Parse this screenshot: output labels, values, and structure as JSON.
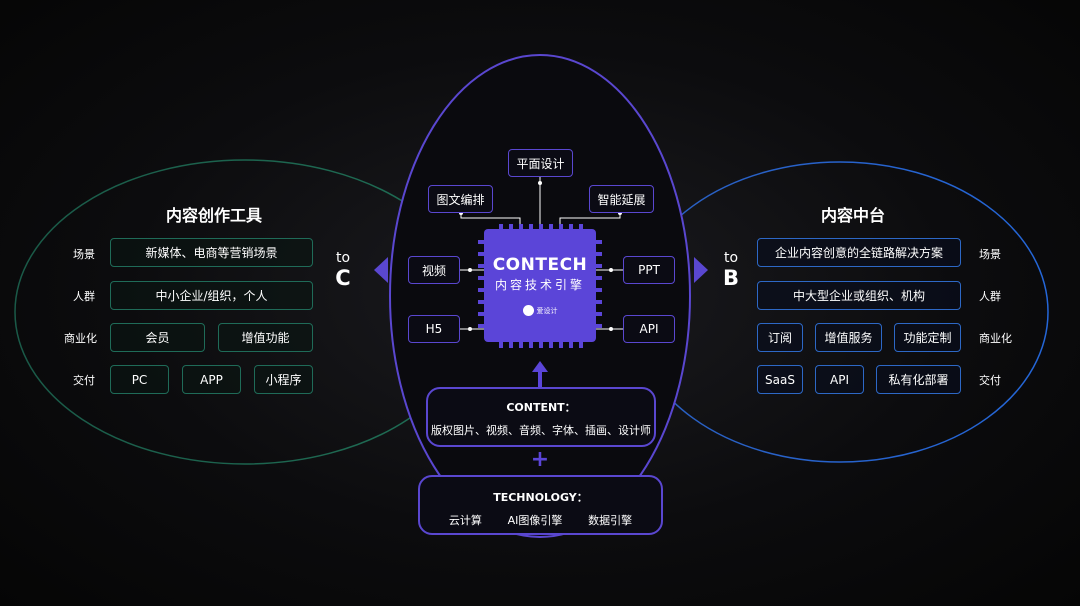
{
  "left": {
    "title": "内容创作工具",
    "rows": {
      "scene": {
        "label": "场景",
        "items": [
          "新媒体、电商等营销场景"
        ]
      },
      "people": {
        "label": "人群",
        "items": [
          "中小企业/组织，个人"
        ]
      },
      "commerce": {
        "label": "商业化",
        "items": [
          "会员",
          "增值功能"
        ]
      },
      "delivery": {
        "label": "交付",
        "items": [
          "PC",
          "APP",
          "小程序"
        ]
      }
    },
    "to_small": "to",
    "to_big": "C"
  },
  "right": {
    "title": "内容中台",
    "rows": {
      "scene": {
        "label": "场景",
        "items": [
          "企业内容创意的全链路解决方案"
        ]
      },
      "people": {
        "label": "人群",
        "items": [
          "中大型企业或组织、机构"
        ]
      },
      "commerce": {
        "label": "商业化",
        "items": [
          "订阅",
          "增值服务",
          "功能定制"
        ]
      },
      "delivery": {
        "label": "交付",
        "items": [
          "SaaS",
          "API",
          "私有化部署"
        ]
      }
    },
    "to_small": "to",
    "to_big": "B"
  },
  "center": {
    "chip": {
      "title": "CONTECH",
      "subtitle": "内容技术引擎",
      "logo_text": "爱设计"
    },
    "modules": {
      "top": "平面设计",
      "top_left": "图文编排",
      "top_right": "智能延展",
      "left_upper": "视频",
      "left_lower": "H5",
      "right_upper": "PPT",
      "right_lower": "API"
    },
    "content": {
      "title": "CONTENT：",
      "text": "版权图片、视频、音频、字体、插画、设计师"
    },
    "plus": "+",
    "technology": {
      "title": "TECHNOLOGY：",
      "items": [
        "云计算",
        "AI图像引擎",
        "数据引擎"
      ]
    }
  },
  "colors": {
    "purple": "#5a47d0",
    "chip": "#5b45d8",
    "teal": "#1f6b58",
    "blue": "#2d68c6"
  }
}
